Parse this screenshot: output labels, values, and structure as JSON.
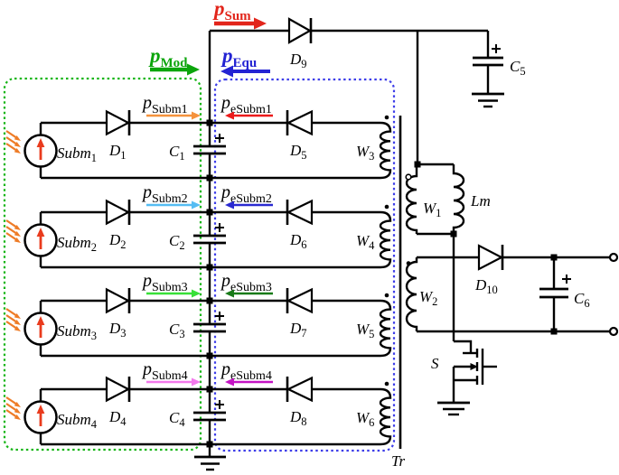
{
  "power_flow_labels": {
    "sum": {
      "base": "p",
      "sub": "Sum",
      "color": "#e2251b"
    },
    "mod": {
      "base": "p",
      "sub": "Mod",
      "color": "#0ba50b"
    },
    "equ": {
      "base": "p",
      "sub": "Equ",
      "color": "#2323d3"
    }
  },
  "rows": [
    {
      "source_label": {
        "base": "Subm",
        "sub": "1"
      },
      "source_diode": {
        "base": "D",
        "sub": "1"
      },
      "capacitor": {
        "base": "C",
        "sub": "1"
      },
      "equalizer_diode": {
        "base": "D",
        "sub": "5"
      },
      "winding": {
        "base": "W",
        "sub": "3"
      },
      "flow_out": {
        "base": "p",
        "sub": "Subm1",
        "color": "#f5923c"
      },
      "flow_in": {
        "base": "p",
        "sub": "eSubm1",
        "color": "#ec1b1b"
      }
    },
    {
      "source_label": {
        "base": "Subm",
        "sub": "2"
      },
      "source_diode": {
        "base": "D",
        "sub": "2"
      },
      "capacitor": {
        "base": "C",
        "sub": "2"
      },
      "equalizer_diode": {
        "base": "D",
        "sub": "6"
      },
      "winding": {
        "base": "W",
        "sub": "4"
      },
      "flow_out": {
        "base": "p",
        "sub": "Subm2",
        "color": "#55bdf3"
      },
      "flow_in": {
        "base": "p",
        "sub": "eSubm2",
        "color": "#2a2ad1"
      }
    },
    {
      "source_label": {
        "base": "Subm",
        "sub": "3"
      },
      "source_diode": {
        "base": "D",
        "sub": "3"
      },
      "capacitor": {
        "base": "C",
        "sub": "3"
      },
      "equalizer_diode": {
        "base": "D",
        "sub": "7"
      },
      "winding": {
        "base": "W",
        "sub": "5"
      },
      "flow_out": {
        "base": "p",
        "sub": "Subm3",
        "color": "#38e038"
      },
      "flow_in": {
        "base": "p",
        "sub": "eSubm3",
        "color": "#187a18"
      }
    },
    {
      "source_label": {
        "base": "Subm",
        "sub": "4"
      },
      "source_diode": {
        "base": "D",
        "sub": "4"
      },
      "capacitor": {
        "base": "C",
        "sub": "4"
      },
      "equalizer_diode": {
        "base": "D",
        "sub": "8"
      },
      "winding": {
        "base": "W",
        "sub": "6"
      },
      "flow_out": {
        "base": "p",
        "sub": "Subm4",
        "color": "#f379ec"
      },
      "flow_in": {
        "base": "p",
        "sub": "eSubm4",
        "color": "#c414c4"
      }
    }
  ],
  "top_stage": {
    "sum_diode": {
      "base": "D",
      "sub": "9"
    },
    "sum_capacitor": {
      "base": "C",
      "sub": "5"
    }
  },
  "output_stage": {
    "primary_winding": {
      "base": "W",
      "sub": "1"
    },
    "magnetizing_inductance": {
      "base": "Lm",
      "sub": ""
    },
    "secondary_winding": {
      "base": "W",
      "sub": "2"
    },
    "output_diode": {
      "base": "D",
      "sub": "10"
    },
    "output_capacitor": {
      "base": "C",
      "sub": "6"
    },
    "switch": {
      "base": "S",
      "sub": ""
    }
  },
  "transformer_label": {
    "base": "Tr",
    "sub": ""
  },
  "style_colors": {
    "wire": "#000000",
    "pv_arrow": "#e93b1d",
    "sun_rays": "#ee7c27",
    "module_box": "#17b517",
    "equalizer_box": "#3d3de9"
  }
}
